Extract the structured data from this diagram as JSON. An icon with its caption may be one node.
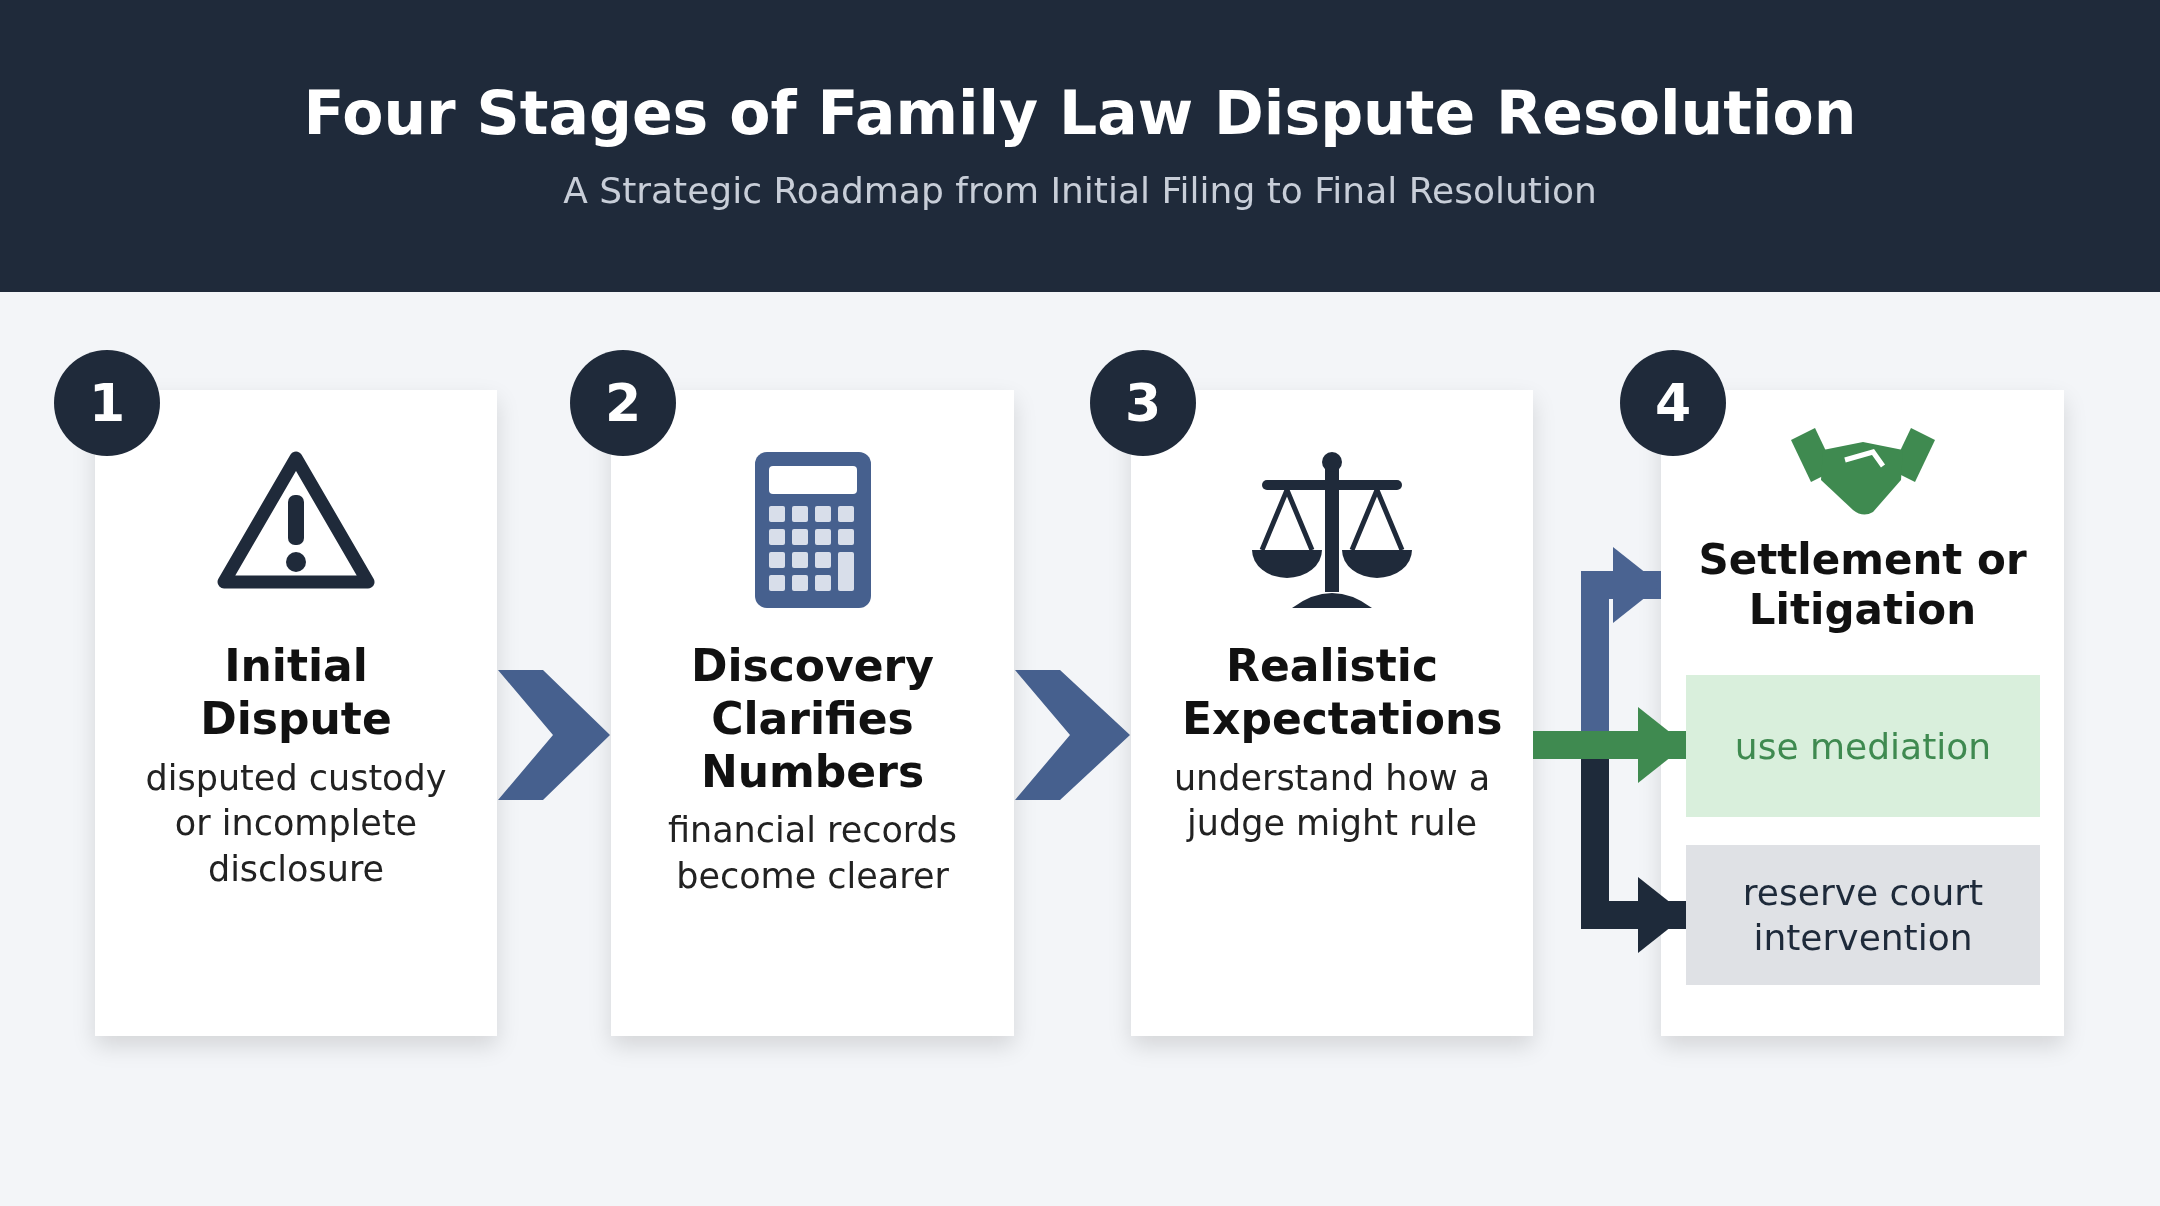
{
  "diagram": {
    "title": "Four Stages of Family Law Dispute Resolution",
    "nodes": [
      {
        "text": [
          "1",
          "Initial Dispute",
          "disputed custody or incomplete disclosure"
        ]
      },
      {
        "text": [
          "2",
          "Discovery Clarifies Numbers",
          "financial records become clearer"
        ]
      },
      {
        "text": [
          "3",
          "Realistic Expectations",
          "understand how a judge might rule"
        ]
      },
      {
        "text": [
          "4",
          "Settlement or Litigation"
        ]
      },
      {
        "text": [
          "use mediation"
        ],
        "in": 3
      },
      {
        "text": [
          "reserve court intervention"
        ],
        "in": 3
      }
    ],
    "edges": [
      {
        "from": 0,
        "to": 1,
        "arrow": "to"
      },
      {
        "from": 1,
        "to": 2,
        "arrow": "to"
      },
      {
        "from": 2,
        "to": 3,
        "arrow": "to",
        "color": "#4a6391"
      },
      {
        "from": 2,
        "to": 4,
        "arrow": "to",
        "color": "#3f8a50"
      },
      {
        "from": 2,
        "to": 5,
        "arrow": "to",
        "color": "#1e2a3a"
      }
    ],
    "labels": [
      "A Strategic Roadmap from Initial Filing to Final Resolution"
    ]
  }
}
